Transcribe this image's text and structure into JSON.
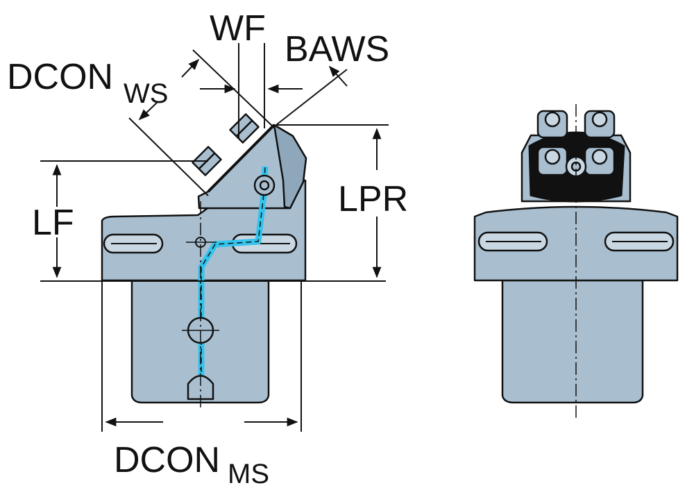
{
  "labels": {
    "wf": "WF",
    "baws": "BAWS",
    "dcon_ws_main": "DCON",
    "dcon_ws_sub": "WS",
    "lf": "LF",
    "lpr": "LPR",
    "dcon_ms_main": "DCON",
    "dcon_ms_sub": "MS"
  },
  "colors": {
    "body": "#a9bfd0",
    "body_dark": "#8fa7bb",
    "outline": "#111111",
    "coolant": "#33c4ee",
    "slot": "#c9d7e2"
  }
}
